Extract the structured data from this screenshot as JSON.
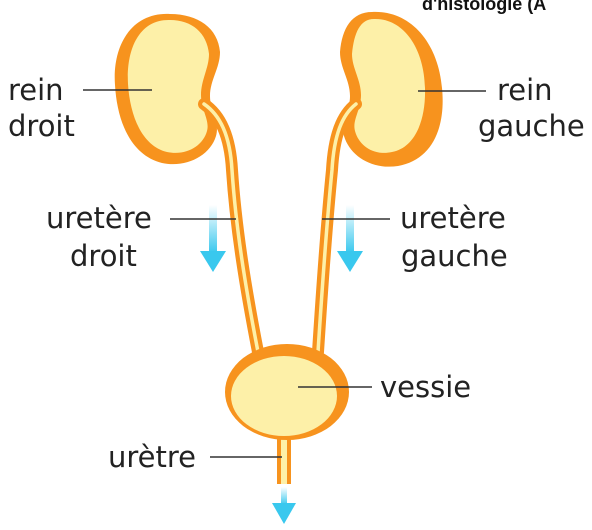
{
  "header": {
    "clipped_title": "d'histologie (A"
  },
  "labels": {
    "rein_droit": [
      "rein",
      "droit"
    ],
    "rein_gauche": [
      "rein",
      "gauche"
    ],
    "uretere_droit": [
      "uretère",
      "droit"
    ],
    "uretere_gauche": [
      "uretère",
      "gauche"
    ],
    "vessie": "vessie",
    "uretre": "urètre"
  },
  "colors": {
    "organ_fill": "#fdf0a8",
    "organ_outline": "#f58a1f",
    "flow_arrow": "#39c8ee",
    "leader_line": "#333333"
  }
}
